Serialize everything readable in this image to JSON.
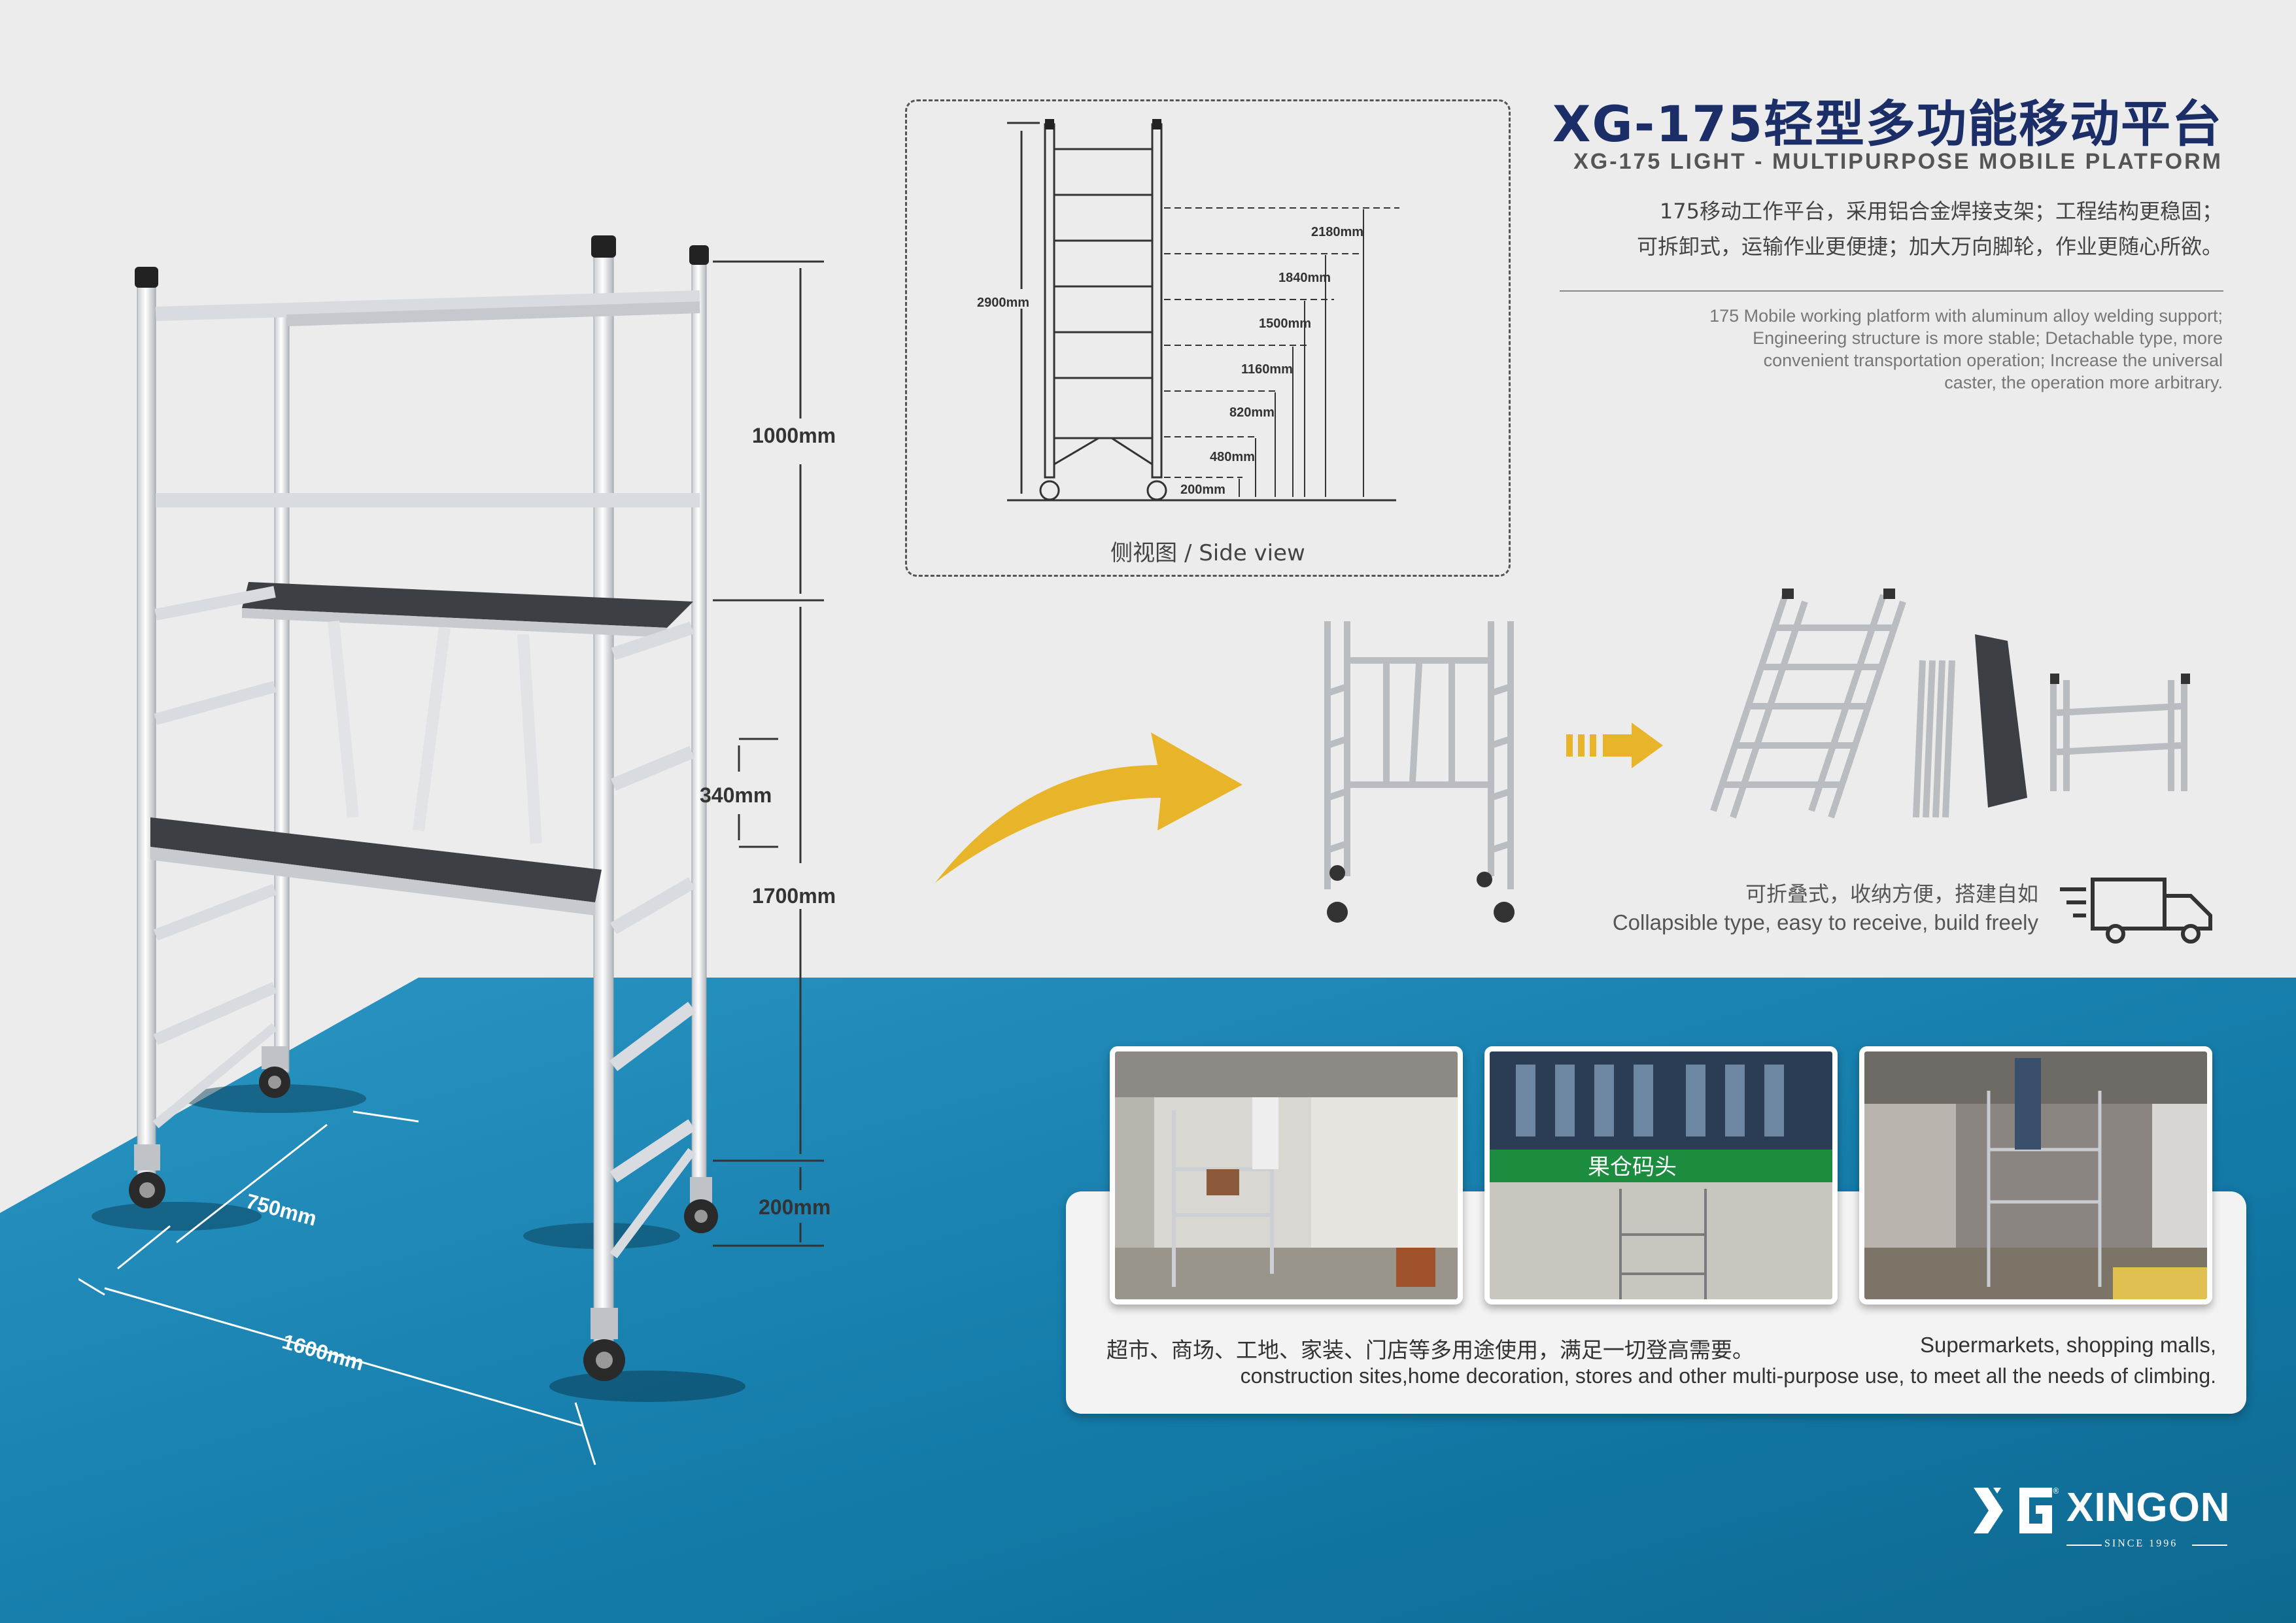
{
  "title": {
    "zh": "XG-175轻型多功能移动平台",
    "en": "XG-175 LIGHT - MULTIPURPOSE  MOBILE  PLATFORM"
  },
  "description": {
    "zh_lines": [
      "175移动工作平台，采用铝合金焊接支架；工程结构更稳固；",
      "可拆卸式，运输作业更便捷；加大万向脚轮，作业更随心所欲。"
    ],
    "en_lines": [
      "175 Mobile working platform with aluminum alloy welding support;",
      "Engineering structure is more stable; Detachable type, more",
      "convenient transportation operation; Increase the universal",
      "caster, the operation more arbitrary."
    ]
  },
  "main_dimensions": {
    "top_section": "1000mm",
    "middle_section": "340mm",
    "lower_section": "1700mm",
    "wheel_height": "200mm",
    "depth": "750mm",
    "length": "1600mm"
  },
  "side_view": {
    "caption": "侧视图 / Side view",
    "total_height": "2900mm",
    "levels": [
      "2180mm",
      "1840mm",
      "1500mm",
      "1160mm",
      "820mm",
      "480mm",
      "200mm"
    ]
  },
  "fold": {
    "zh": "可折叠式，收纳方便，搭建自如",
    "en": "Collapsible type, easy to receive, build freely"
  },
  "usage": {
    "zh": "超市、商场、工地、家装、门店等多用途使用，满足一切登高需要。",
    "en_line1": "Supermarkets, shopping malls,",
    "en_line2": "construction sites,home decoration, stores and other multi-purpose use, to meet all the needs of climbing.",
    "storefront_sign": "果仓码头"
  },
  "brand": {
    "name": "XINGON",
    "since": "SINCE 1996"
  },
  "colors": {
    "navy": "#1b2e68",
    "floor_blue": "#1579a6",
    "arrow_yellow": "#e8b52a",
    "background": "#ececed"
  },
  "icons": {
    "truck": "delivery-truck-icon",
    "arrow": "curved-arrow-icon"
  }
}
